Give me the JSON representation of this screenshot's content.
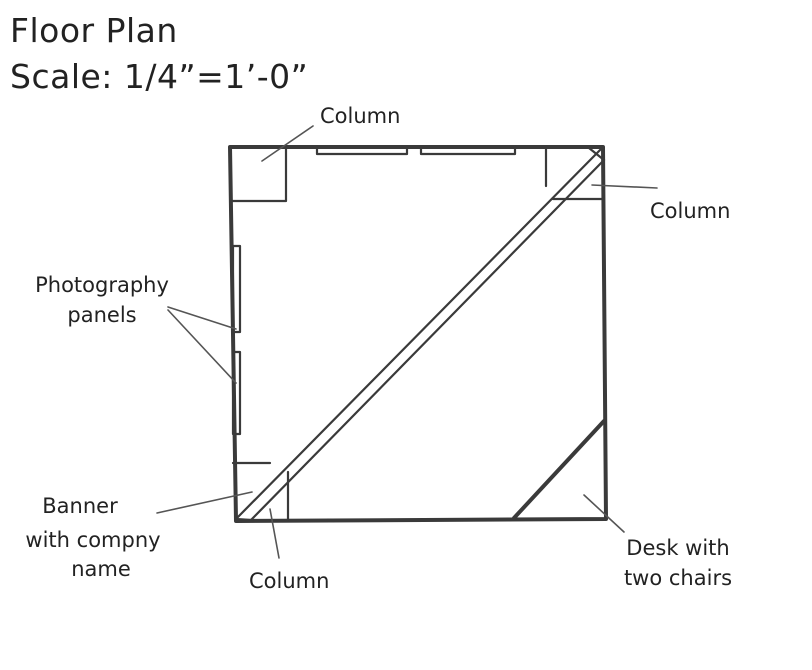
{
  "title": {
    "line1": "Floor Plan",
    "line2": "Scale: 1/4”=1’-0”"
  },
  "labels": {
    "column_top": "Column",
    "column_right": "Column",
    "column_bottom": "Column",
    "photo_panels_line1": "Photography",
    "photo_panels_line2": "panels",
    "banner_line1": "Banner",
    "banner_line2": "with compny",
    "banner_line3": "name",
    "desk_line1": "Desk with",
    "desk_line2": "two chairs"
  },
  "colors": {
    "ink": "#3a3a3a",
    "paper": "#ffffff"
  }
}
